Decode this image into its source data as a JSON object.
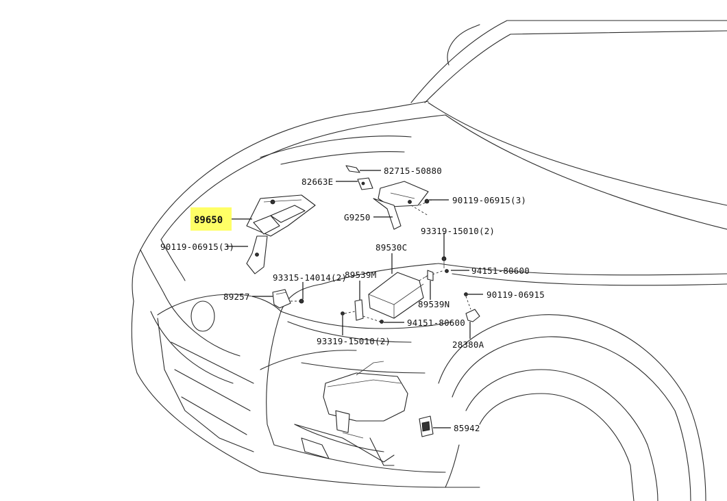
{
  "highlight_color": "#ffff66",
  "labels": {
    "p82715": "82715-50880",
    "p82663e": "82663E",
    "p90119_3_right": "90119-06915(3)",
    "p89650": "89650",
    "pG9250": "G9250",
    "p93319_top": "93319-15010(2)",
    "p90119_3_left": "90119-06915(3)",
    "p89530c": "89530C",
    "p94151_top": "94151-80600",
    "p93315": "93315-14014(2)",
    "p89539m": "89539M",
    "p90119_single": "90119-06915",
    "p89257": "89257",
    "p89539n": "89539N",
    "p94151_bottom": "94151-80600",
    "p93319_bottom": "93319-15010(2)",
    "p28380a": "28380A",
    "p85942": "85942"
  }
}
